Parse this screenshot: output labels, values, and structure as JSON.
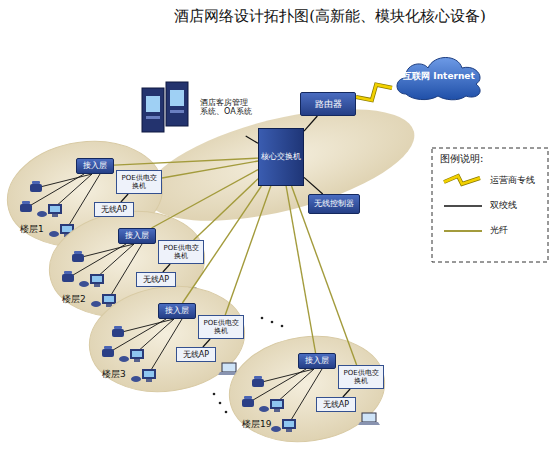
{
  "diagram": {
    "title": "酒店网络设计拓扑图(高新能、模块化核心设备)",
    "nodes": [
      {
        "text": [
          "互联网 Internet"
        ]
      },
      {
        "text": [
          "路由器"
        ]
      },
      {
        "text": [
          "核心交换机"
        ]
      },
      {
        "text": [
          "酒店客房管理系统、OA系统"
        ]
      },
      {
        "text": [
          "无线控制器"
        ]
      },
      {
        "text": [
          "楼层1"
        ]
      },
      {
        "text": [
          "接入层"
        ],
        "in": 5
      },
      {
        "text": [
          "POE供电交换机"
        ],
        "in": 5
      },
      {
        "text": [
          "无线AP"
        ],
        "in": 5
      },
      {
        "text": [
          "楼层2"
        ]
      },
      {
        "text": [
          "接入层"
        ],
        "in": 9
      },
      {
        "text": [
          "POE供电交换机"
        ],
        "in": 9
      },
      {
        "text": [
          "无线AP"
        ],
        "in": 9
      },
      {
        "text": [
          "楼层3"
        ]
      },
      {
        "text": [
          "接入层"
        ],
        "in": 13
      },
      {
        "text": [
          "POE供电交换机"
        ],
        "in": 13
      },
      {
        "text": [
          "无线AP"
        ],
        "in": 13
      },
      {
        "text": [
          "楼层19"
        ]
      },
      {
        "text": [
          "接入层"
        ],
        "in": 17
      },
      {
        "text": [
          "POE供电交换机"
        ],
        "in": 17
      },
      {
        "text": [
          "无线AP"
        ],
        "in": 17
      }
    ],
    "edges": [
      {
        "from": 0,
        "to": 1,
        "arrow": "none"
      },
      {
        "from": 1,
        "to": 2,
        "arrow": "none"
      },
      {
        "from": 3,
        "to": 2,
        "arrow": "none"
      },
      {
        "from": 2,
        "to": 4,
        "arrow": "none"
      },
      {
        "from": 2,
        "to": 6,
        "arrow": "none"
      },
      {
        "from": 2,
        "to": 7,
        "arrow": "none"
      },
      {
        "from": 7,
        "to": 8,
        "arrow": "none"
      },
      {
        "from": 2,
        "to": 10,
        "arrow": "none"
      },
      {
        "from": 2,
        "to": 11,
        "arrow": "none"
      },
      {
        "from": 11,
        "to": 12,
        "arrow": "none"
      },
      {
        "from": 2,
        "to": 14,
        "arrow": "none"
      },
      {
        "from": 2,
        "to": 15,
        "arrow": "none"
      },
      {
        "from": 15,
        "to": 16,
        "arrow": "none"
      },
      {
        "from": 2,
        "to": 18,
        "arrow": "none"
      },
      {
        "from": 2,
        "to": 19,
        "arrow": "none"
      },
      {
        "from": 19,
        "to": 20,
        "arrow": "none"
      }
    ],
    "labels": [
      "图例说明:"
    ],
    "legend": [
      {
        "text": "运营商专线"
      },
      {
        "text": "双绞线"
      },
      {
        "text": "光纤"
      }
    ]
  }
}
